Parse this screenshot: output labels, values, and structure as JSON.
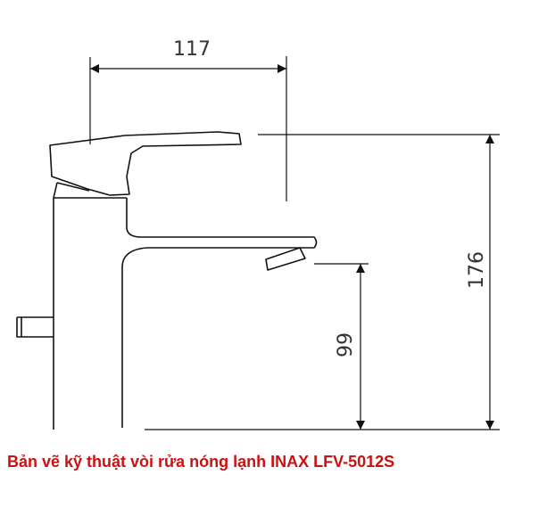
{
  "drawing": {
    "dimensions": {
      "width": "117",
      "total_height": "176",
      "spout_height": "99"
    },
    "colors": {
      "line": "#111111",
      "dimension_text": "#333333",
      "caption": "#cc1111"
    }
  },
  "caption": "Bản vẽ kỹ thuật vòi rửa nóng lạnh INAX LFV-5012S"
}
